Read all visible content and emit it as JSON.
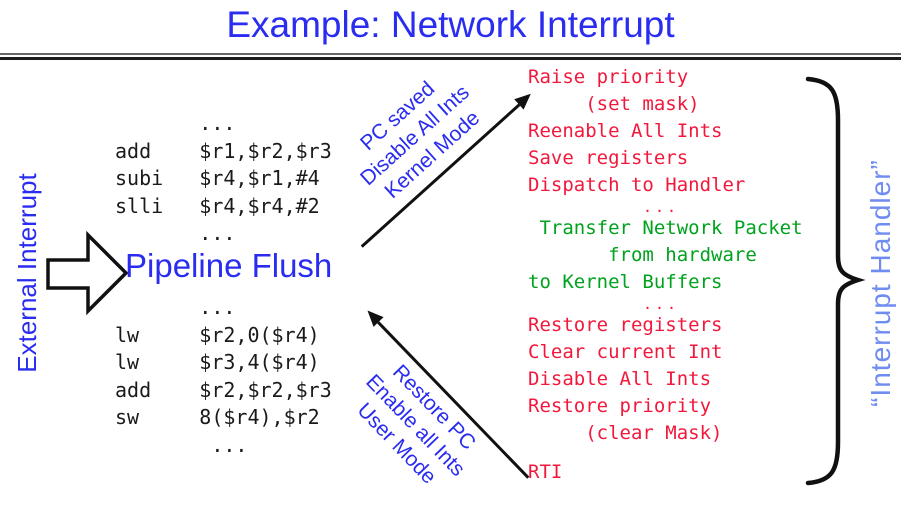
{
  "palette": {
    "title_blue": "#2a2cf0",
    "handler_label_blue": "#6f8cf0",
    "handler_red": "#f2183c",
    "handler_green": "#00a21e",
    "ink_black": "#1a1a1a"
  },
  "title": "Example: Network Interrupt",
  "left_label": "External Interrupt",
  "right_label": "“Interrupt Handler”",
  "pipeline_flush": "Pipeline Flush",
  "code_upper": "       ...\nadd    $r1,$r2,$r3\nsubi   $r4,$r1,#4\nslli   $r4,$r4,#2\n       ...",
  "code_lower": "       ...\nlw     $r2,0($r4)\nlw     $r3,4($r4)\nadd    $r2,$r2,$r3\nsw     8($r4),$r2\n        ...",
  "save_arrow": {
    "labels": [
      "PC saved",
      "Disable All Ints",
      "Kernel Mode"
    ]
  },
  "restore_arrow": {
    "labels": [
      "Restore PC",
      "Enable all Ints",
      "User Mode"
    ]
  },
  "handler": {
    "lines": [
      {
        "text": "Raise priority",
        "classes": "red"
      },
      {
        "text": "     (set mask)",
        "classes": "red"
      },
      {
        "text": "Reenable All Ints",
        "classes": "red"
      },
      {
        "text": "Save registers",
        "classes": "red"
      },
      {
        "text": "Dispatch to Handler",
        "classes": "red"
      },
      {
        "text": "...",
        "classes": "red dots"
      },
      {
        "text": " Transfer Network Packet",
        "classes": "green"
      },
      {
        "text": "       from hardware",
        "classes": "green"
      },
      {
        "text": "to Kernel Buffers",
        "classes": "green"
      },
      {
        "text": "...",
        "classes": "red dots"
      },
      {
        "text": "Restore registers",
        "classes": "red"
      },
      {
        "text": "Clear current Int",
        "classes": "red"
      },
      {
        "text": "Disable All Ints",
        "classes": "red"
      },
      {
        "text": "Restore priority",
        "classes": "red"
      },
      {
        "text": "     (clear Mask)",
        "classes": "red"
      },
      {
        "text": "RTI",
        "classes": "red gap"
      }
    ]
  }
}
